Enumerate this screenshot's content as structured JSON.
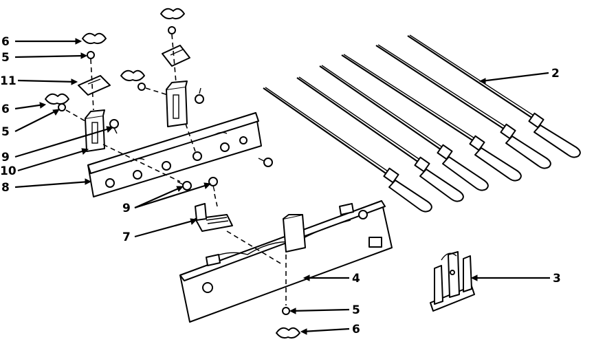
{
  "callouts": [
    {
      "id": "c6a",
      "text": "6"
    },
    {
      "id": "c5a",
      "text": "5"
    },
    {
      "id": "c11",
      "text": "11"
    },
    {
      "id": "c6b",
      "text": "6"
    },
    {
      "id": "c5b",
      "text": "5"
    },
    {
      "id": "c9a",
      "text": "9"
    },
    {
      "id": "c10",
      "text": "10"
    },
    {
      "id": "c8",
      "text": "8"
    },
    {
      "id": "c9b",
      "text": "9"
    },
    {
      "id": "c7",
      "text": "7"
    },
    {
      "id": "c2",
      "text": "2"
    },
    {
      "id": "c3",
      "text": "3"
    },
    {
      "id": "c4",
      "text": "4"
    },
    {
      "id": "c5c",
      "text": "5"
    },
    {
      "id": "c6c",
      "text": "6"
    }
  ]
}
